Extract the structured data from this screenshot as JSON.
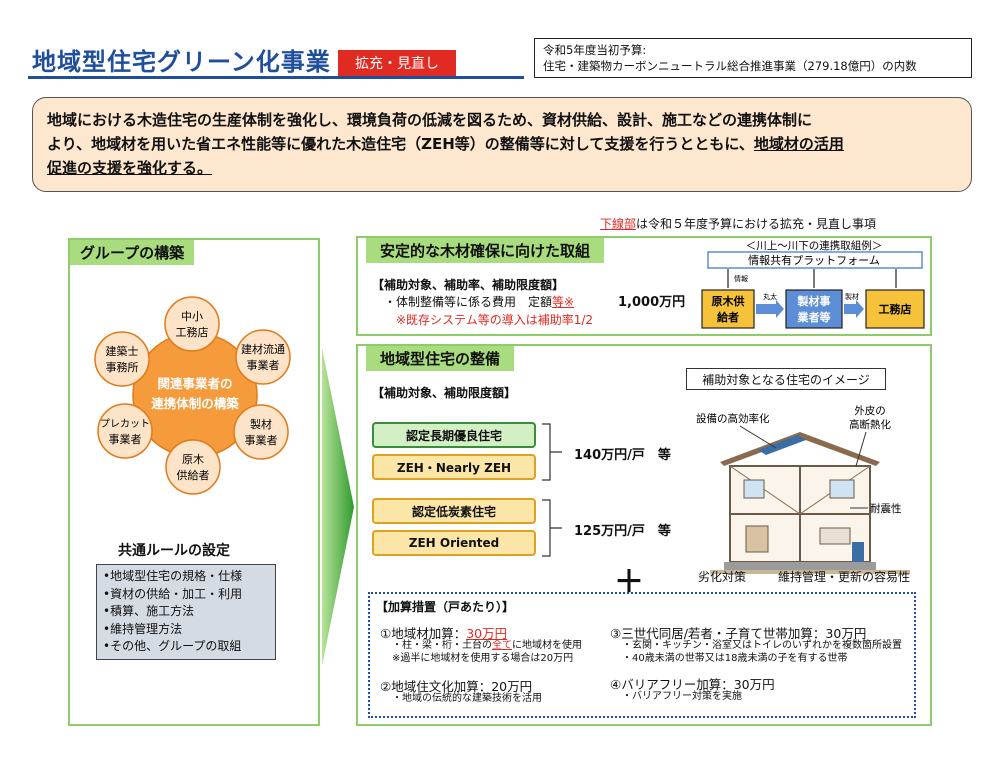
{
  "header": {
    "title": "地域型住宅グリーン化事業",
    "badge": "拡充・見直し",
    "budget_line1": "令和5年度当初予算:",
    "budget_line2": "住宅・建築物カーボンニュートラル総合推進事業（279.18億円）の内数"
  },
  "summary": {
    "line1": "地域における木造住宅の生産体制を強化し、環境負荷の低減を図るため、資材供給、設計、施工などの連携体制に",
    "line2_a": "より、地域材を用いた省エネ性能等に優れた木造住宅（ZEH等）の整備等に対して支援を行うとともに、",
    "line2_b": "地域材の活用",
    "line3": "促進の支援を強化する。"
  },
  "note": {
    "red": "下線部",
    "rest": "は令和５年度予算における拡充・見直し事項"
  },
  "group": {
    "heading": "グループの構築",
    "center_line1": "関連事業者の",
    "center_line2": "連携体制の構築",
    "petals": [
      {
        "l1": "中小",
        "l2": "工務店"
      },
      {
        "l1": "建材流通",
        "l2": "事業者"
      },
      {
        "l1": "製材",
        "l2": "事業者"
      },
      {
        "l1": "原木",
        "l2": "供給者"
      },
      {
        "l1": "プレカット",
        "l2": "事業者"
      },
      {
        "l1": "建築士",
        "l2": "事務所"
      }
    ],
    "common_title": "共通ルールの設定",
    "rules": [
      "•地域型住宅の規格・仕様",
      "•資材の供給・加工・利用",
      "•積算、施工方法",
      "•維持管理方法",
      "•その他、グループの取組"
    ]
  },
  "panel_a": {
    "heading": "安定的な木材確保に向けた取組",
    "subsidy_head": "【補助対象、補助率、補助限度額】",
    "item": "・体制整備等に係る費用　定額",
    "item_red": "等※",
    "amount": "1,000万円",
    "red_note": "※既存システム等の導入は補助率1/2",
    "flow": {
      "caption": "＜川上～川下の連携取組例＞",
      "platform": "情報共有プラットフォーム",
      "info": "情報",
      "box1_l1": "原木供",
      "box1_l2": "給者",
      "arrow1": "丸太",
      "box2_l1": "製材事",
      "box2_l2": "業者等",
      "arrow2": "製材",
      "box3": "工務店"
    }
  },
  "panel_b": {
    "heading": "地域型住宅の整備",
    "subsidy_head": "【補助対象、補助限度額】",
    "image_title": "補助対象となる住宅のイメージ",
    "box1": "認定長期優良住宅",
    "box2": "ZEH・Nearly ZEH",
    "amount1": "140万円/戸　等",
    "box3": "認定低炭素住宅",
    "box4": "ZEH Oriented",
    "amount2": "125万円/戸　等",
    "house_labels": {
      "equip": "設備の高効率化",
      "skin1": "外皮の",
      "skin2": "高断熱化",
      "quake": "耐震性",
      "decay": "劣化対策",
      "maint": "維持管理・更新の容易性"
    },
    "plus": "＋",
    "add_title": "【加算措置（戸あたり）】",
    "add1_a": "①地域材加算：",
    "add1_red": "30万円",
    "add1_sub1_a": "・柱・梁・桁・土台の",
    "add1_sub1_red": "全て",
    "add1_sub1_b": "に地域材を使用",
    "add1_sub2": "※過半に地域材を使用する場合は20万円",
    "add2": "②地域住文化加算：20万円",
    "add2_sub": "・地域の伝統的な建築技術を活用",
    "add3": "③三世代同居/若者・子育て世帯加算：30万円",
    "add3_sub1": "・玄関・キッチン・浴室又はトイレのいずれかを複数箇所設置",
    "add3_sub2": "・40歳未満の世帯又は18歳未満の子を有する世帯",
    "add4": "④バリアフリー加算：30万円",
    "add4_sub": "・バリアフリー対策を実施"
  },
  "colors": {
    "title_blue": "#1f4e9c",
    "badge_red": "#e12a22",
    "summary_bg": "#fde7cf",
    "panel_green": "#8ccd6a",
    "hub_orange": "#f59b3c",
    "petal_fill": "#fde3c8",
    "flow_blue": "#5b8ed6",
    "flow_yellow": "#f5c23a"
  }
}
